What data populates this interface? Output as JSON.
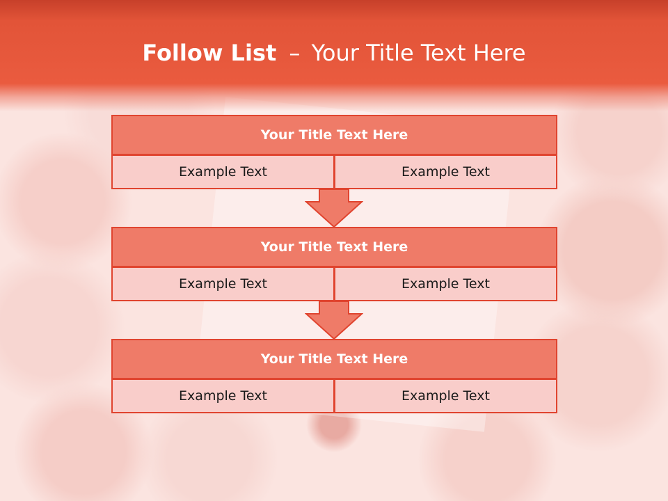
{
  "header": {
    "title_bold": "Follow List",
    "title_dash": "–",
    "title_rest": "Your Title Text Here"
  },
  "blocks": [
    {
      "title": "Your Title Text Here",
      "left": "Example Text",
      "right": "Example Text"
    },
    {
      "title": "Your Title Text Here",
      "left": "Example Text",
      "right": "Example Text"
    },
    {
      "title": "Your Title Text Here",
      "left": "Example Text",
      "right": "Example Text"
    }
  ],
  "colors": {
    "header_red": "#e25438",
    "block_title_fill": "#ef7b68",
    "block_cell_fill": "#f9cdca",
    "border_red": "#e0442f"
  }
}
